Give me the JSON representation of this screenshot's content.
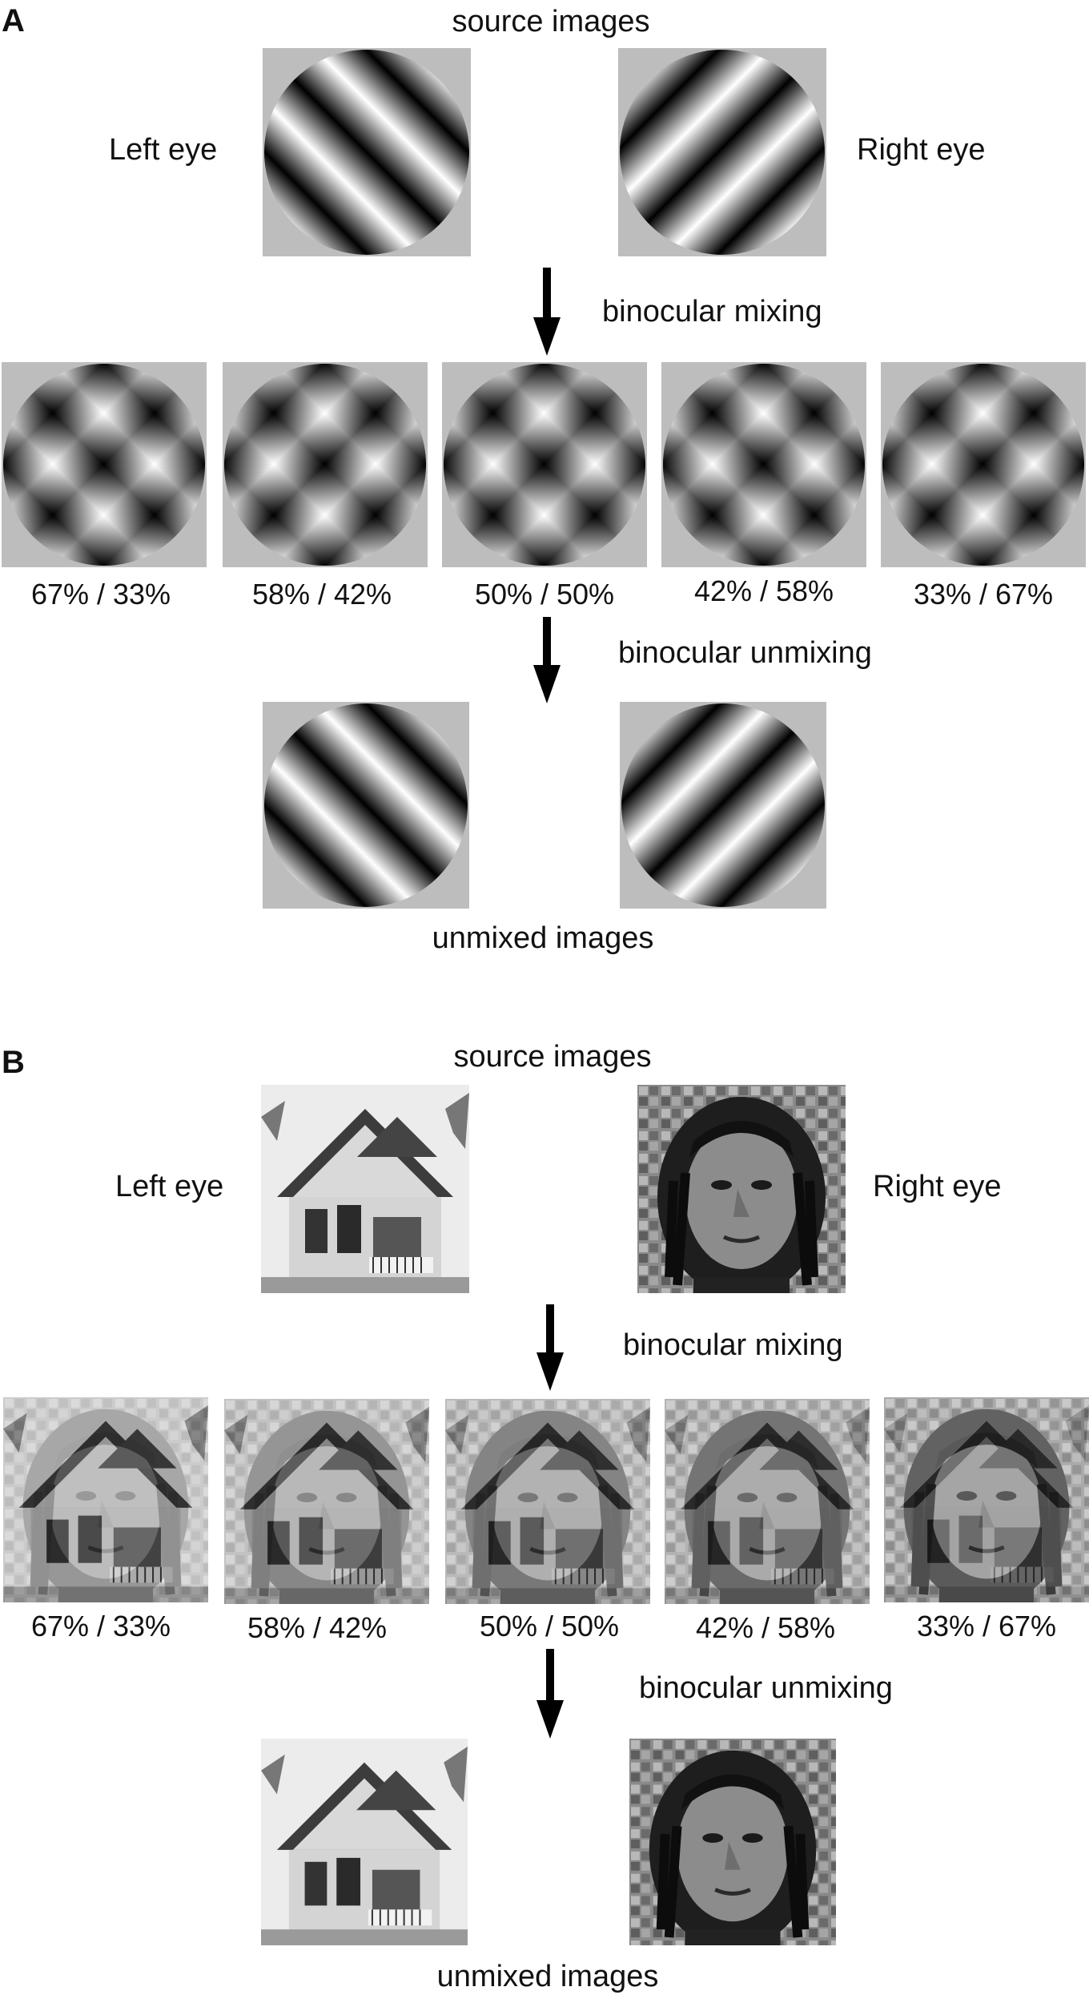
{
  "panelA": {
    "label": "A",
    "source_title": "source images",
    "left_eye": "Left eye",
    "right_eye": "Right eye",
    "mixing": "binocular mixing",
    "unmixing": "binocular unmixing",
    "unmixed_title": "unmixed images",
    "ratios": [
      "67% / 33%",
      "58% / 42%",
      "50% / 50%",
      "42% / 58%",
      "33% / 67%"
    ]
  },
  "panelB": {
    "label": "B",
    "source_title": "source images",
    "left_eye": "Left eye",
    "right_eye": "Right eye",
    "mixing": "binocular mixing",
    "unmixing": "binocular unmixing",
    "unmixed_title": "unmixed images",
    "ratios": [
      "67% / 33%",
      "58% / 42%",
      "50% / 50%",
      "42% / 58%",
      "33% / 67%"
    ]
  },
  "colors": {
    "background": "#ffffff",
    "patch_surround": "#bdbdbd",
    "text": "#111111",
    "arrow": "#000000"
  },
  "icons": {
    "arrow": "down-arrow-icon"
  }
}
